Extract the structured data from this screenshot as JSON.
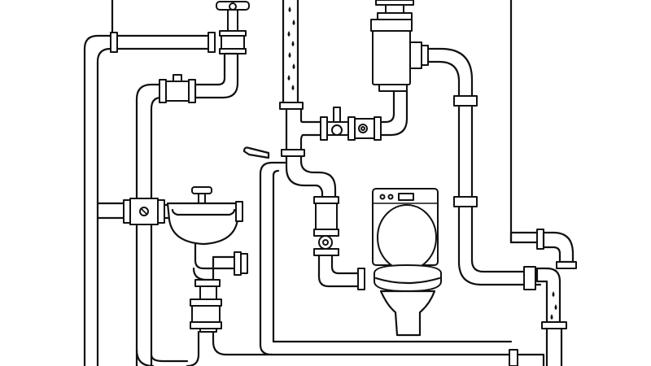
{
  "illustration": {
    "style": "black outline line art on white",
    "colors": {
      "stroke": "#111111",
      "background": "#ffffff"
    },
    "components": [
      "pipe-network",
      "sink",
      "toilet",
      "washing-machine-panel",
      "water-meter",
      "ball-valve",
      "elbow-joints",
      "leaking-pipe",
      "dripping-outlet"
    ]
  }
}
